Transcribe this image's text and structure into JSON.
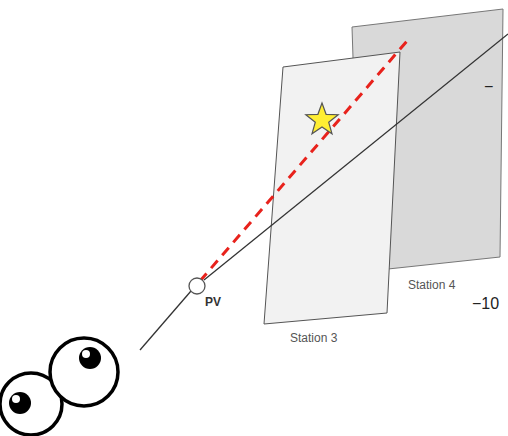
{
  "diagram": {
    "labels": [
      "PV",
      "Station 3",
      "Station 4",
      "−",
      "−10"
    ]
  }
}
